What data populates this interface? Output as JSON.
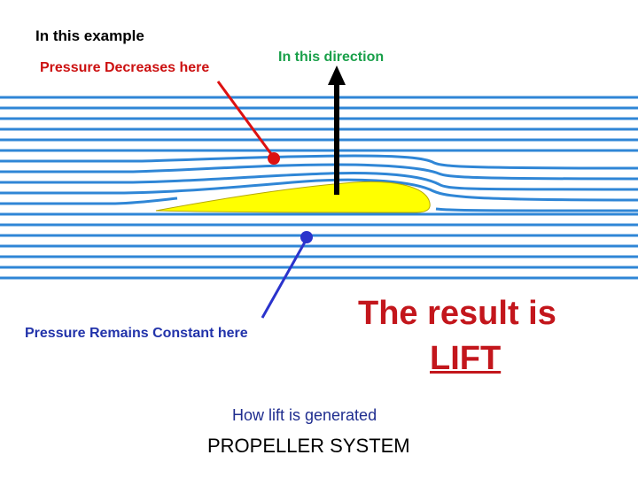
{
  "title": "In this example",
  "labels": {
    "pressure_decreases": "Pressure Decreases here",
    "direction": "In this direction",
    "pressure_constant": "Pressure Remains Constant here"
  },
  "result": {
    "line1": "The result is",
    "line2": "LIFT"
  },
  "footer": {
    "subtitle": "How lift is generated",
    "system": "PROPELLER SYSTEM"
  },
  "colors": {
    "streamline": "#2f86d6",
    "airfoil": "#ffff00",
    "upper_pointer": "#dd1111",
    "lower_pointer": "#2a33cc",
    "lift_arrow": "#000000"
  }
}
